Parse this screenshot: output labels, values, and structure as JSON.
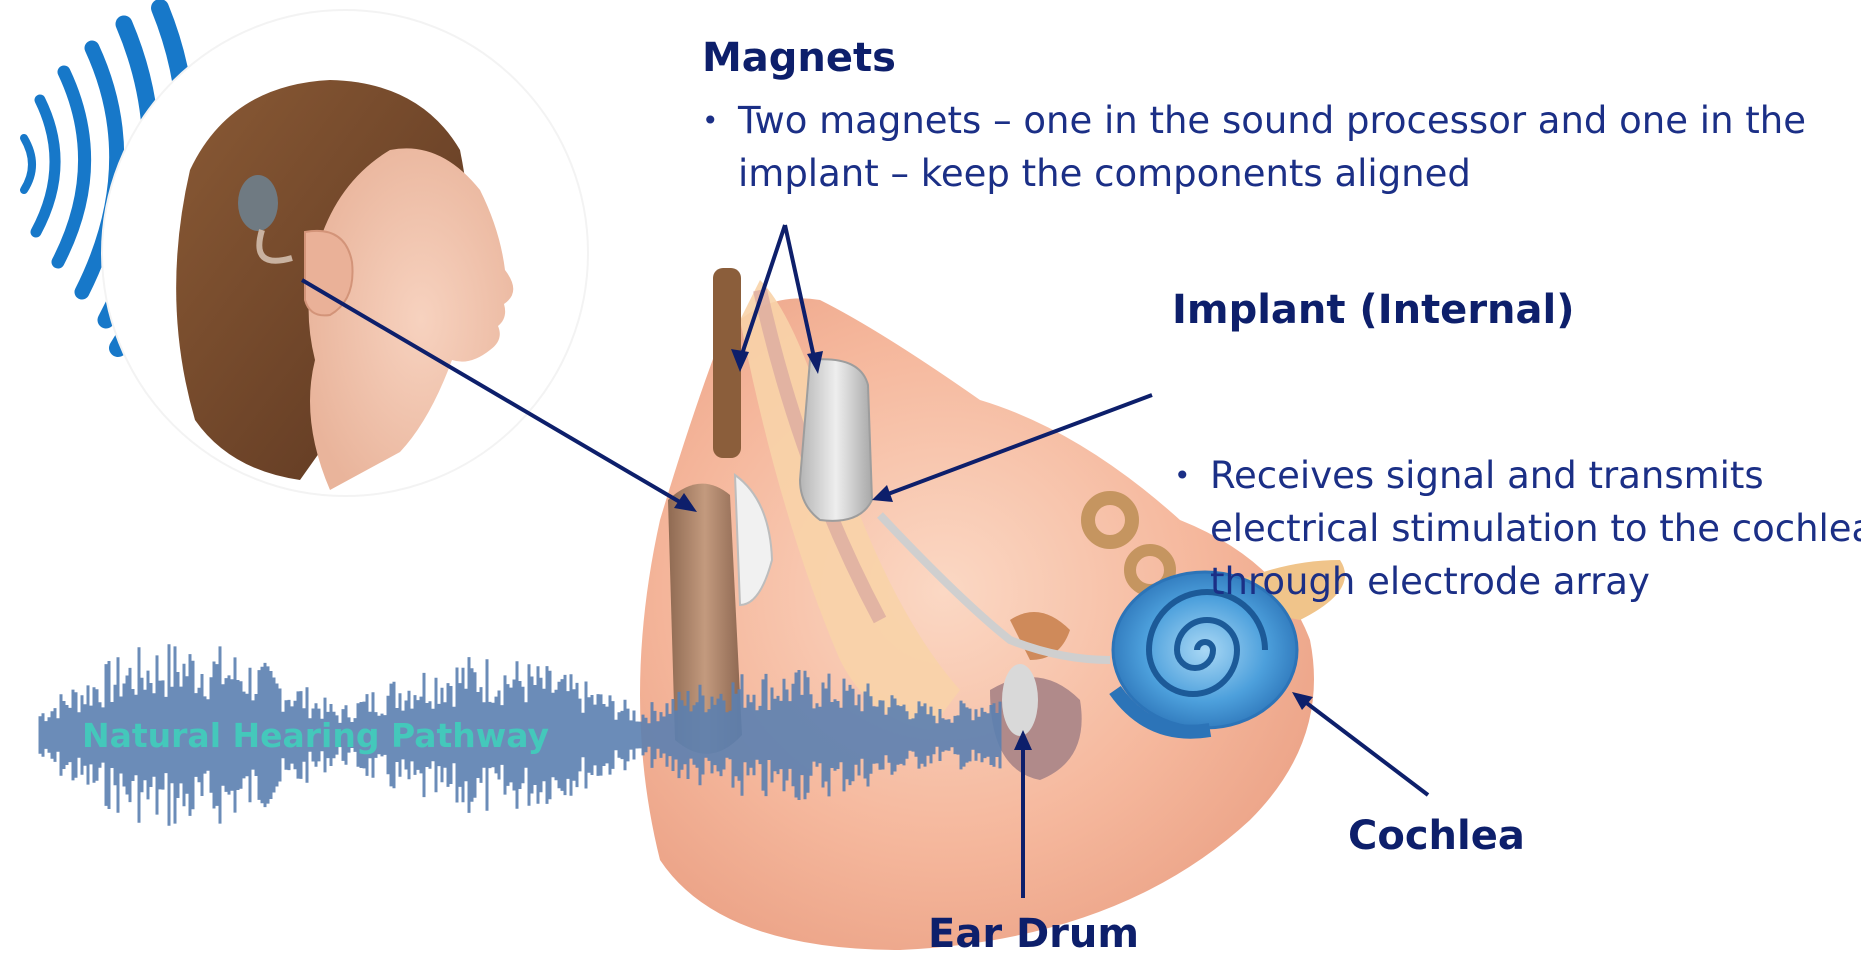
{
  "magnets": {
    "title": "Magnets",
    "description": "Two magnets – one in the sound processor and one in the implant – keep the components aligned"
  },
  "implant": {
    "title": "Implant (Internal)",
    "description": "Receives signal and transmits electrical stimulation to the cochlea through electrode array"
  },
  "labels": {
    "cochlea": "Cochlea",
    "ear_drum": "Ear Drum",
    "natural_pathway": "Natural Hearing Pathway"
  },
  "colors": {
    "label_text": "#0d1f6b",
    "annotation_line": "#0d1f6b",
    "sound_arcs": "#1778c9",
    "waveform": "#5b7fb0",
    "pathway_text": "#3ed3bc",
    "cochlea_fill": "#3a8fd4",
    "skin": "#f2b296"
  }
}
